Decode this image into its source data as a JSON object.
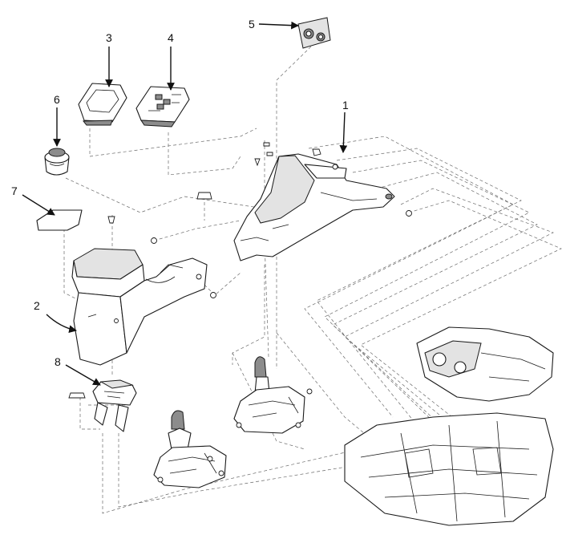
{
  "diagram": {
    "callouts": [
      {
        "id": "1",
        "label": "1"
      },
      {
        "id": "2",
        "label": "2"
      },
      {
        "id": "3",
        "label": "3"
      },
      {
        "id": "4",
        "label": "4"
      },
      {
        "id": "5",
        "label": "5"
      },
      {
        "id": "6",
        "label": "6"
      },
      {
        "id": "7",
        "label": "7"
      },
      {
        "id": "8",
        "label": "8"
      }
    ],
    "parts": [
      {
        "callout": "1",
        "icon": "front-console-panel-icon"
      },
      {
        "callout": "2",
        "icon": "rear-console-armrest-icon"
      },
      {
        "callout": "3",
        "icon": "manual-shift-bezel-icon"
      },
      {
        "callout": "4",
        "icon": "automatic-shift-indicator-bezel-icon"
      },
      {
        "callout": "5",
        "icon": "aux-usb-jack-panel-icon"
      },
      {
        "callout": "6",
        "icon": "cup-holder-icon"
      },
      {
        "callout": "7",
        "icon": "console-mat-icon"
      },
      {
        "callout": "8",
        "icon": "bracket-module-icon"
      }
    ],
    "unlabeled_parts": [
      "automatic-shift-lever-assembly-icon",
      "manual-shift-lever-assembly-icon",
      "vehicle-floor-and-dashboard-icon"
    ]
  }
}
